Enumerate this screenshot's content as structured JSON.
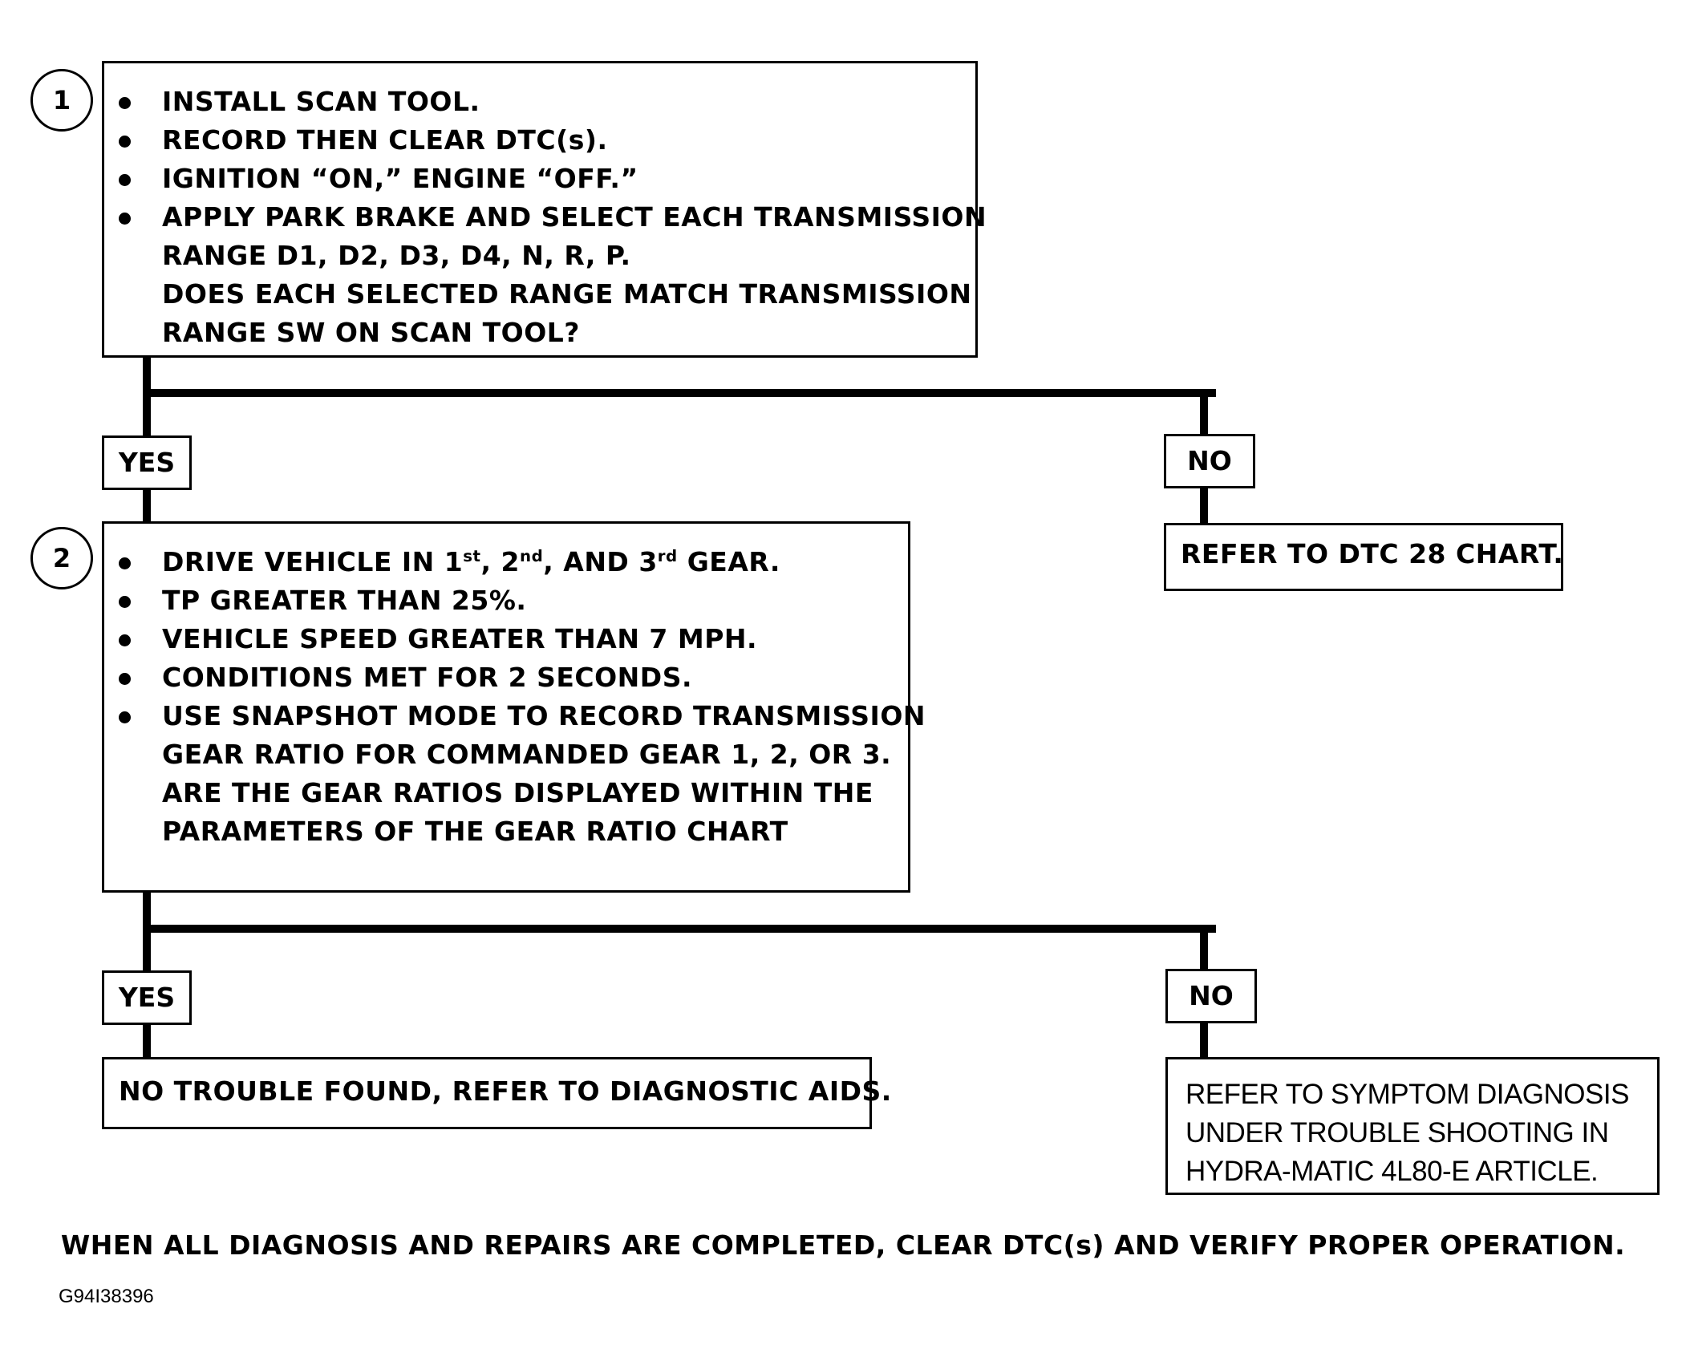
{
  "step1": {
    "number": "1",
    "items": [
      {
        "lines": [
          "INSTALL SCAN TOOL."
        ]
      },
      {
        "lines": [
          "RECORD THEN CLEAR DTC(s)."
        ]
      },
      {
        "lines": [
          "IGNITION “ON,” ENGINE “OFF.”"
        ]
      },
      {
        "lines": [
          "APPLY PARK BRAKE AND SELECT EACH TRANSMISSION",
          "RANGE D1, D2, D3, D4, N, R, P.",
          "DOES EACH SELECTED RANGE MATCH TRANSMISSION",
          "RANGE SW ON SCAN TOOL?"
        ]
      }
    ],
    "yes_label": "YES",
    "no_label": "NO",
    "no_result": "REFER TO DTC 28 CHART."
  },
  "step2": {
    "number": "2",
    "items": [
      {
        "line1_parts": [
          "DRIVE VEHICLE IN 1",
          "st",
          ", 2",
          "nd",
          ", AND 3",
          "rd",
          " GEAR."
        ]
      },
      {
        "lines": [
          "TP GREATER THAN 25%."
        ]
      },
      {
        "lines": [
          "VEHICLE SPEED GREATER THAN 7 MPH."
        ]
      },
      {
        "lines": [
          "CONDITIONS MET FOR 2 SECONDS."
        ]
      },
      {
        "lines": [
          "USE SNAPSHOT MODE TO RECORD TRANSMISSION",
          "GEAR RATIO FOR COMMANDED GEAR 1, 2, OR 3.",
          "ARE THE GEAR RATIOS DISPLAYED WITHIN THE",
          "PARAMETERS OF THE GEAR RATIO CHART"
        ]
      }
    ],
    "yes_label": "YES",
    "no_label": "NO",
    "yes_result": "NO TROUBLE FOUND, REFER TO DIAGNOSTIC AIDS.",
    "no_result_lines": [
      "REFER TO SYMPTOM DIAGNOSIS",
      "UNDER TROUBLE SHOOTING IN",
      "HYDRA-MATIC 4L80-E ARTICLE."
    ]
  },
  "footer": "WHEN ALL DIAGNOSIS AND REPAIRS ARE COMPLETED, CLEAR DTC(s) AND VERIFY PROPER OPERATION.",
  "figure_id": "G94I38396"
}
